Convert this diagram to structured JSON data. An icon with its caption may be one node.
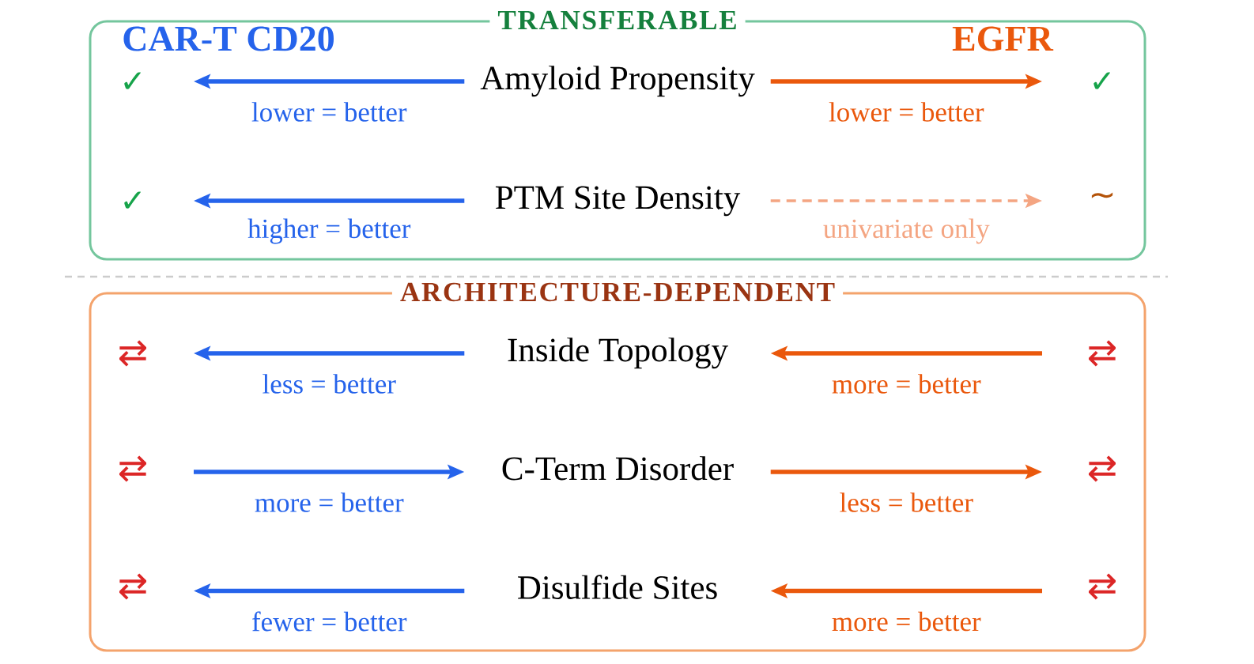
{
  "diagram": {
    "nodes": [
      {
        "text": [
          "TRANSFERABLE"
        ]
      },
      {
        "text": [
          "Amyloid Propensity"
        ],
        "in": 0
      },
      {
        "text": [
          "PTM Site Density"
        ],
        "in": 0
      },
      {
        "text": [
          "ARCHITECTURE-DEPENDENT"
        ]
      },
      {
        "text": [
          "Inside Topology"
        ],
        "in": 3
      },
      {
        "text": [
          "C-Term Disorder"
        ],
        "in": 3
      },
      {
        "text": [
          "Disulfide Sites"
        ],
        "in": 3
      }
    ],
    "edges": [
      {
        "from": 1,
        "to": null,
        "arrow": "to",
        "label": "lower = better",
        "color": "#2563eb"
      },
      {
        "from": 1,
        "to": null,
        "arrow": "to",
        "label": "lower = better",
        "color": "#ea580c"
      },
      {
        "from": 2,
        "to": null,
        "arrow": "to",
        "label": "higher = better",
        "color": "#2563eb"
      },
      {
        "from": 2,
        "to": null,
        "arrow": "to",
        "label": "univariate only",
        "style": "dashed",
        "color": "#f4a582"
      },
      {
        "from": 4,
        "to": null,
        "arrow": "to",
        "label": "less = better",
        "color": "#2563eb"
      },
      {
        "from": null,
        "to": 4,
        "arrow": "to",
        "label": "more = better",
        "color": "#ea580c"
      },
      {
        "from": null,
        "to": 5,
        "arrow": "to",
        "label": "more = better",
        "color": "#2563eb"
      },
      {
        "from": 5,
        "to": null,
        "arrow": "to",
        "label": "less = better",
        "color": "#ea580c"
      },
      {
        "from": 6,
        "to": null,
        "arrow": "to",
        "label": "fewer = better",
        "color": "#2563eb"
      },
      {
        "from": null,
        "to": 6,
        "arrow": "to",
        "label": "more = better",
        "color": "#ea580c"
      }
    ],
    "labels": [
      "CAR-T CD20",
      "EGFR",
      "✓",
      "✓",
      "✓",
      "∼",
      "⇄",
      "⇄",
      "⇄",
      "⇄",
      "⇄",
      "⇄"
    ]
  }
}
